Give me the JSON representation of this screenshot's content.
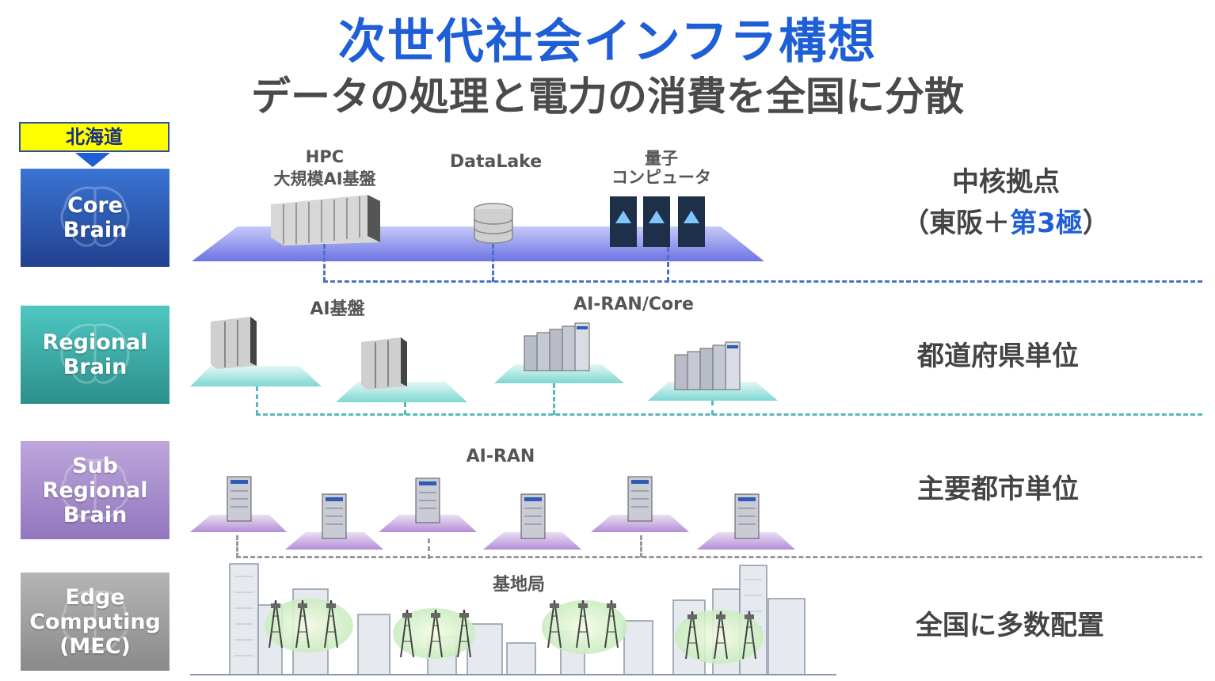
{
  "title": "次世代社会インフラ構想",
  "subtitle": "データの処理と電力の消費を全国に分散",
  "hokkaido_label": "北海道",
  "tiers": [
    {
      "name": "Core\nBrain",
      "color": "#2c5cb8",
      "labels": [
        "HPC",
        "大規模AI基盤",
        "DataLake",
        "量子",
        "コンピュータ"
      ],
      "description": "中核拠点",
      "description_note_prefix": "（東阪＋",
      "description_note_highlight": "第3極",
      "description_note_suffix": "）"
    },
    {
      "name": "Regional\nBrain",
      "color": "#3fa7a2",
      "labels": [
        "AI基盤",
        "AI-RAN/Core"
      ],
      "description": "都道府県単位"
    },
    {
      "name": "Sub\nRegional\nBrain",
      "color": "#a68bc9",
      "labels": [
        "AI-RAN"
      ],
      "description": "主要都市単位"
    },
    {
      "name": "Edge\nComputing\n(MEC)",
      "color": "#9a9a9a",
      "labels": [
        "基地局"
      ],
      "description": "全国に多数配置"
    }
  ],
  "colors": {
    "title": "#1f5fd6",
    "highlight": "#1f5fd6",
    "core_platform": "#7d86ea",
    "regional_platform": "#8fe0dc",
    "subregional_platform": "#b99ad9",
    "dash_core": "#4a73c8",
    "dash_regional": "#5ab9b6",
    "dash_sub": "#999999"
  },
  "icons": [
    "brain-icon",
    "server-rack-icon",
    "database-icon",
    "quantum-computer-icon",
    "server-cluster-icon",
    "cell-tower-icon",
    "city-building-icon"
  ]
}
